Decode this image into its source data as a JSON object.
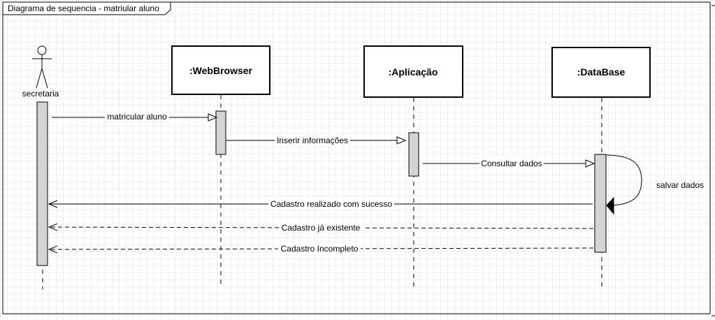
{
  "frame": {
    "title": "Diagrama de sequencia  -  matriular aluno"
  },
  "actor": {
    "name": "secretaria"
  },
  "participants": [
    {
      "id": "webbrowser",
      "label": ":WebBrowser"
    },
    {
      "id": "aplicacao",
      "label": ":Aplicação"
    },
    {
      "id": "database",
      "label": ":DataBase"
    }
  ],
  "messages": [
    {
      "id": "m1",
      "label": "matricular aluno",
      "style": "solid"
    },
    {
      "id": "m2",
      "label": "Inserir informações",
      "style": "solid"
    },
    {
      "id": "m3",
      "label": "Consultar dados",
      "style": "solid"
    },
    {
      "id": "m4",
      "label": "salvar dados",
      "style": "self"
    },
    {
      "id": "m5",
      "label": "Cadastro realizado com sucesso",
      "style": "solid-return"
    },
    {
      "id": "m6",
      "label": "Cadastro já existente",
      "style": "dashed-return"
    },
    {
      "id": "m7",
      "label": "Cadastro Incompleto",
      "style": "dashed-return"
    }
  ]
}
